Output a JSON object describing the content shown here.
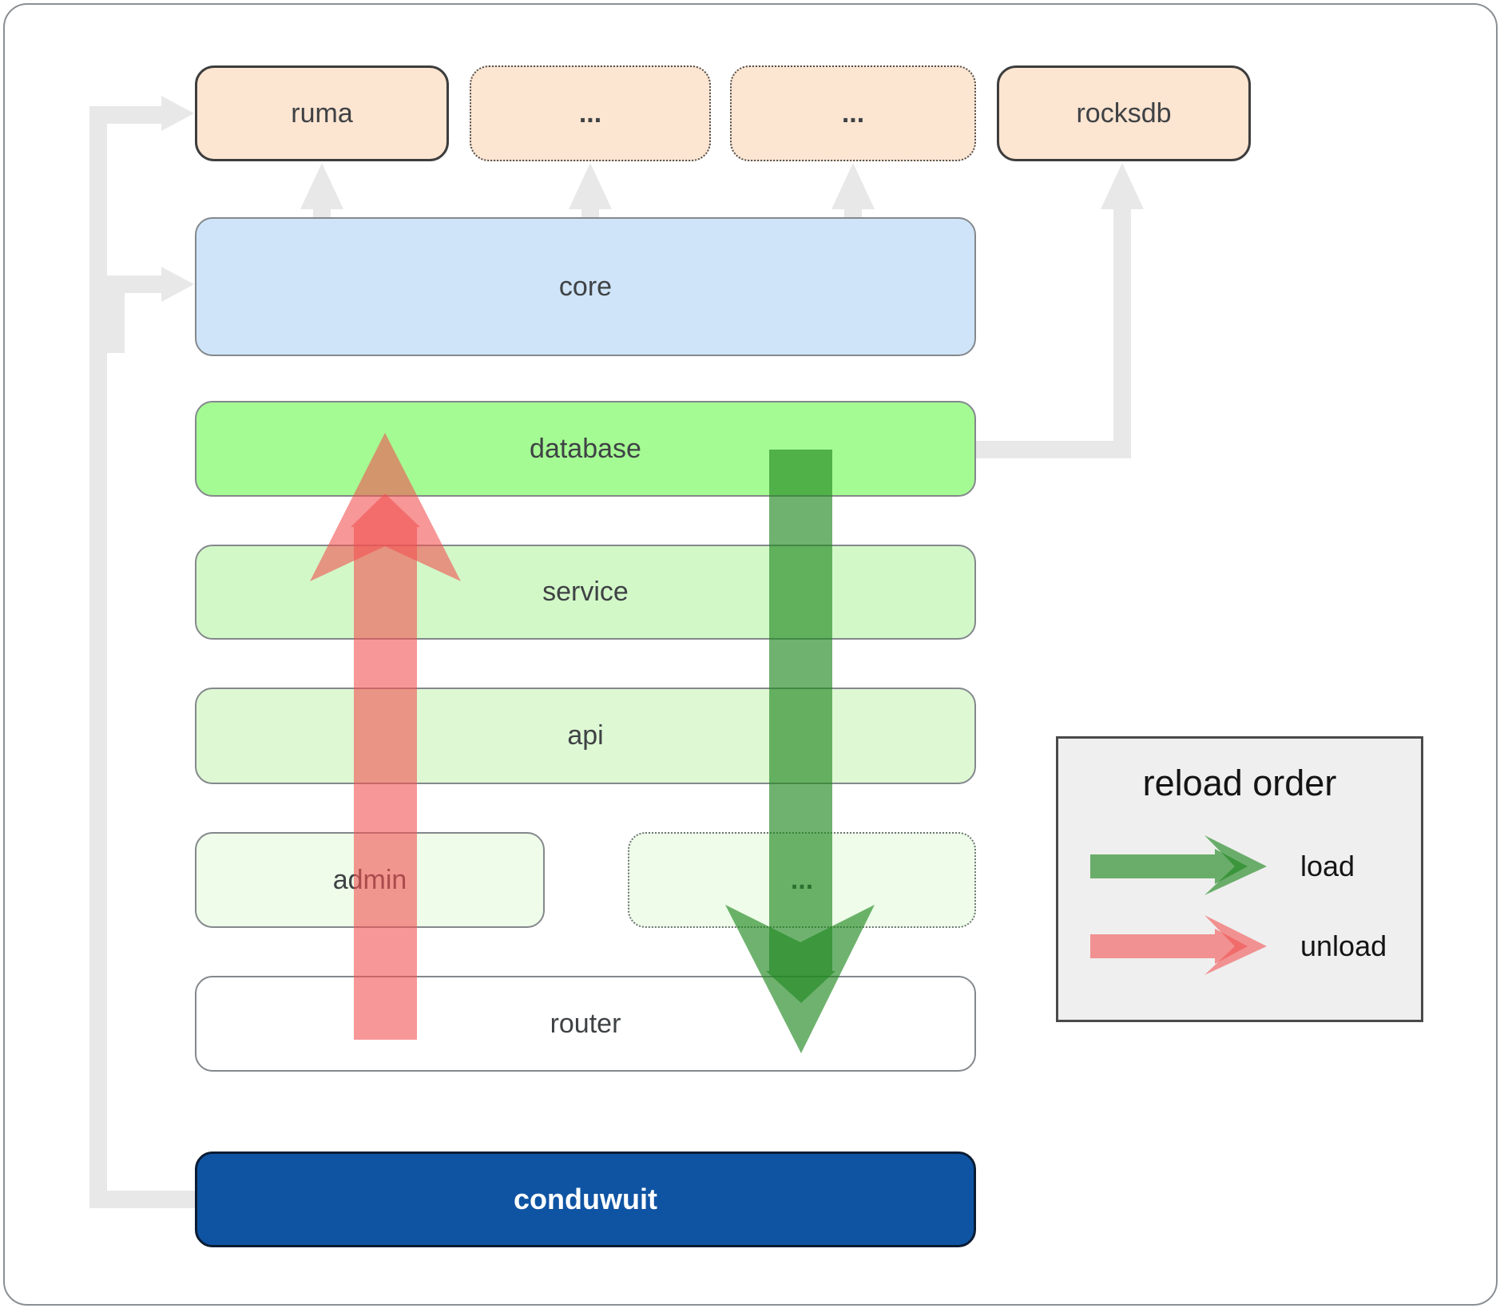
{
  "diagram": {
    "nodes": {
      "ruma": {
        "label": "ruma"
      },
      "ellipsis_top_1": {
        "label": "..."
      },
      "ellipsis_top_2": {
        "label": "..."
      },
      "rocksdb": {
        "label": "rocksdb"
      },
      "core": {
        "label": "core"
      },
      "database": {
        "label": "database"
      },
      "service": {
        "label": "service"
      },
      "api": {
        "label": "api"
      },
      "admin": {
        "label": "admin"
      },
      "ellipsis_admin": {
        "label": "..."
      },
      "router": {
        "label": "router"
      },
      "conduwuit": {
        "label": "conduwuit"
      }
    },
    "legend": {
      "title": "reload order",
      "items": [
        {
          "label": "load"
        },
        {
          "label": "unload"
        }
      ]
    }
  },
  "colors": {
    "page_bg": "#ffffff",
    "frame_border": "#8a8f94",
    "connector_gray": "#e8e8e8",
    "peach_bg": "#fce5d1",
    "peach_border": "#3d3d3d",
    "dotted_border": "#4d4d4d",
    "core_bg": "#cfe4f8",
    "database_bg": "#a5fb93",
    "service_bg": "#d3f8c8",
    "api_bg": "#def8d3",
    "admin_bg": "#eefce9",
    "router_bg": "#ffffff",
    "admin_dotted_border": "#6f7477",
    "box_border": "#84888c",
    "conduwuit_bg": "#0f54a3",
    "conduwuit_border": "#0a1c33",
    "label_text": "#3f4245",
    "load_arrow": "#228822",
    "unload_arrow": "#f25252",
    "legend_bg": "#efefef",
    "legend_border": "#4a4a4a",
    "legend_text": "#141414"
  }
}
